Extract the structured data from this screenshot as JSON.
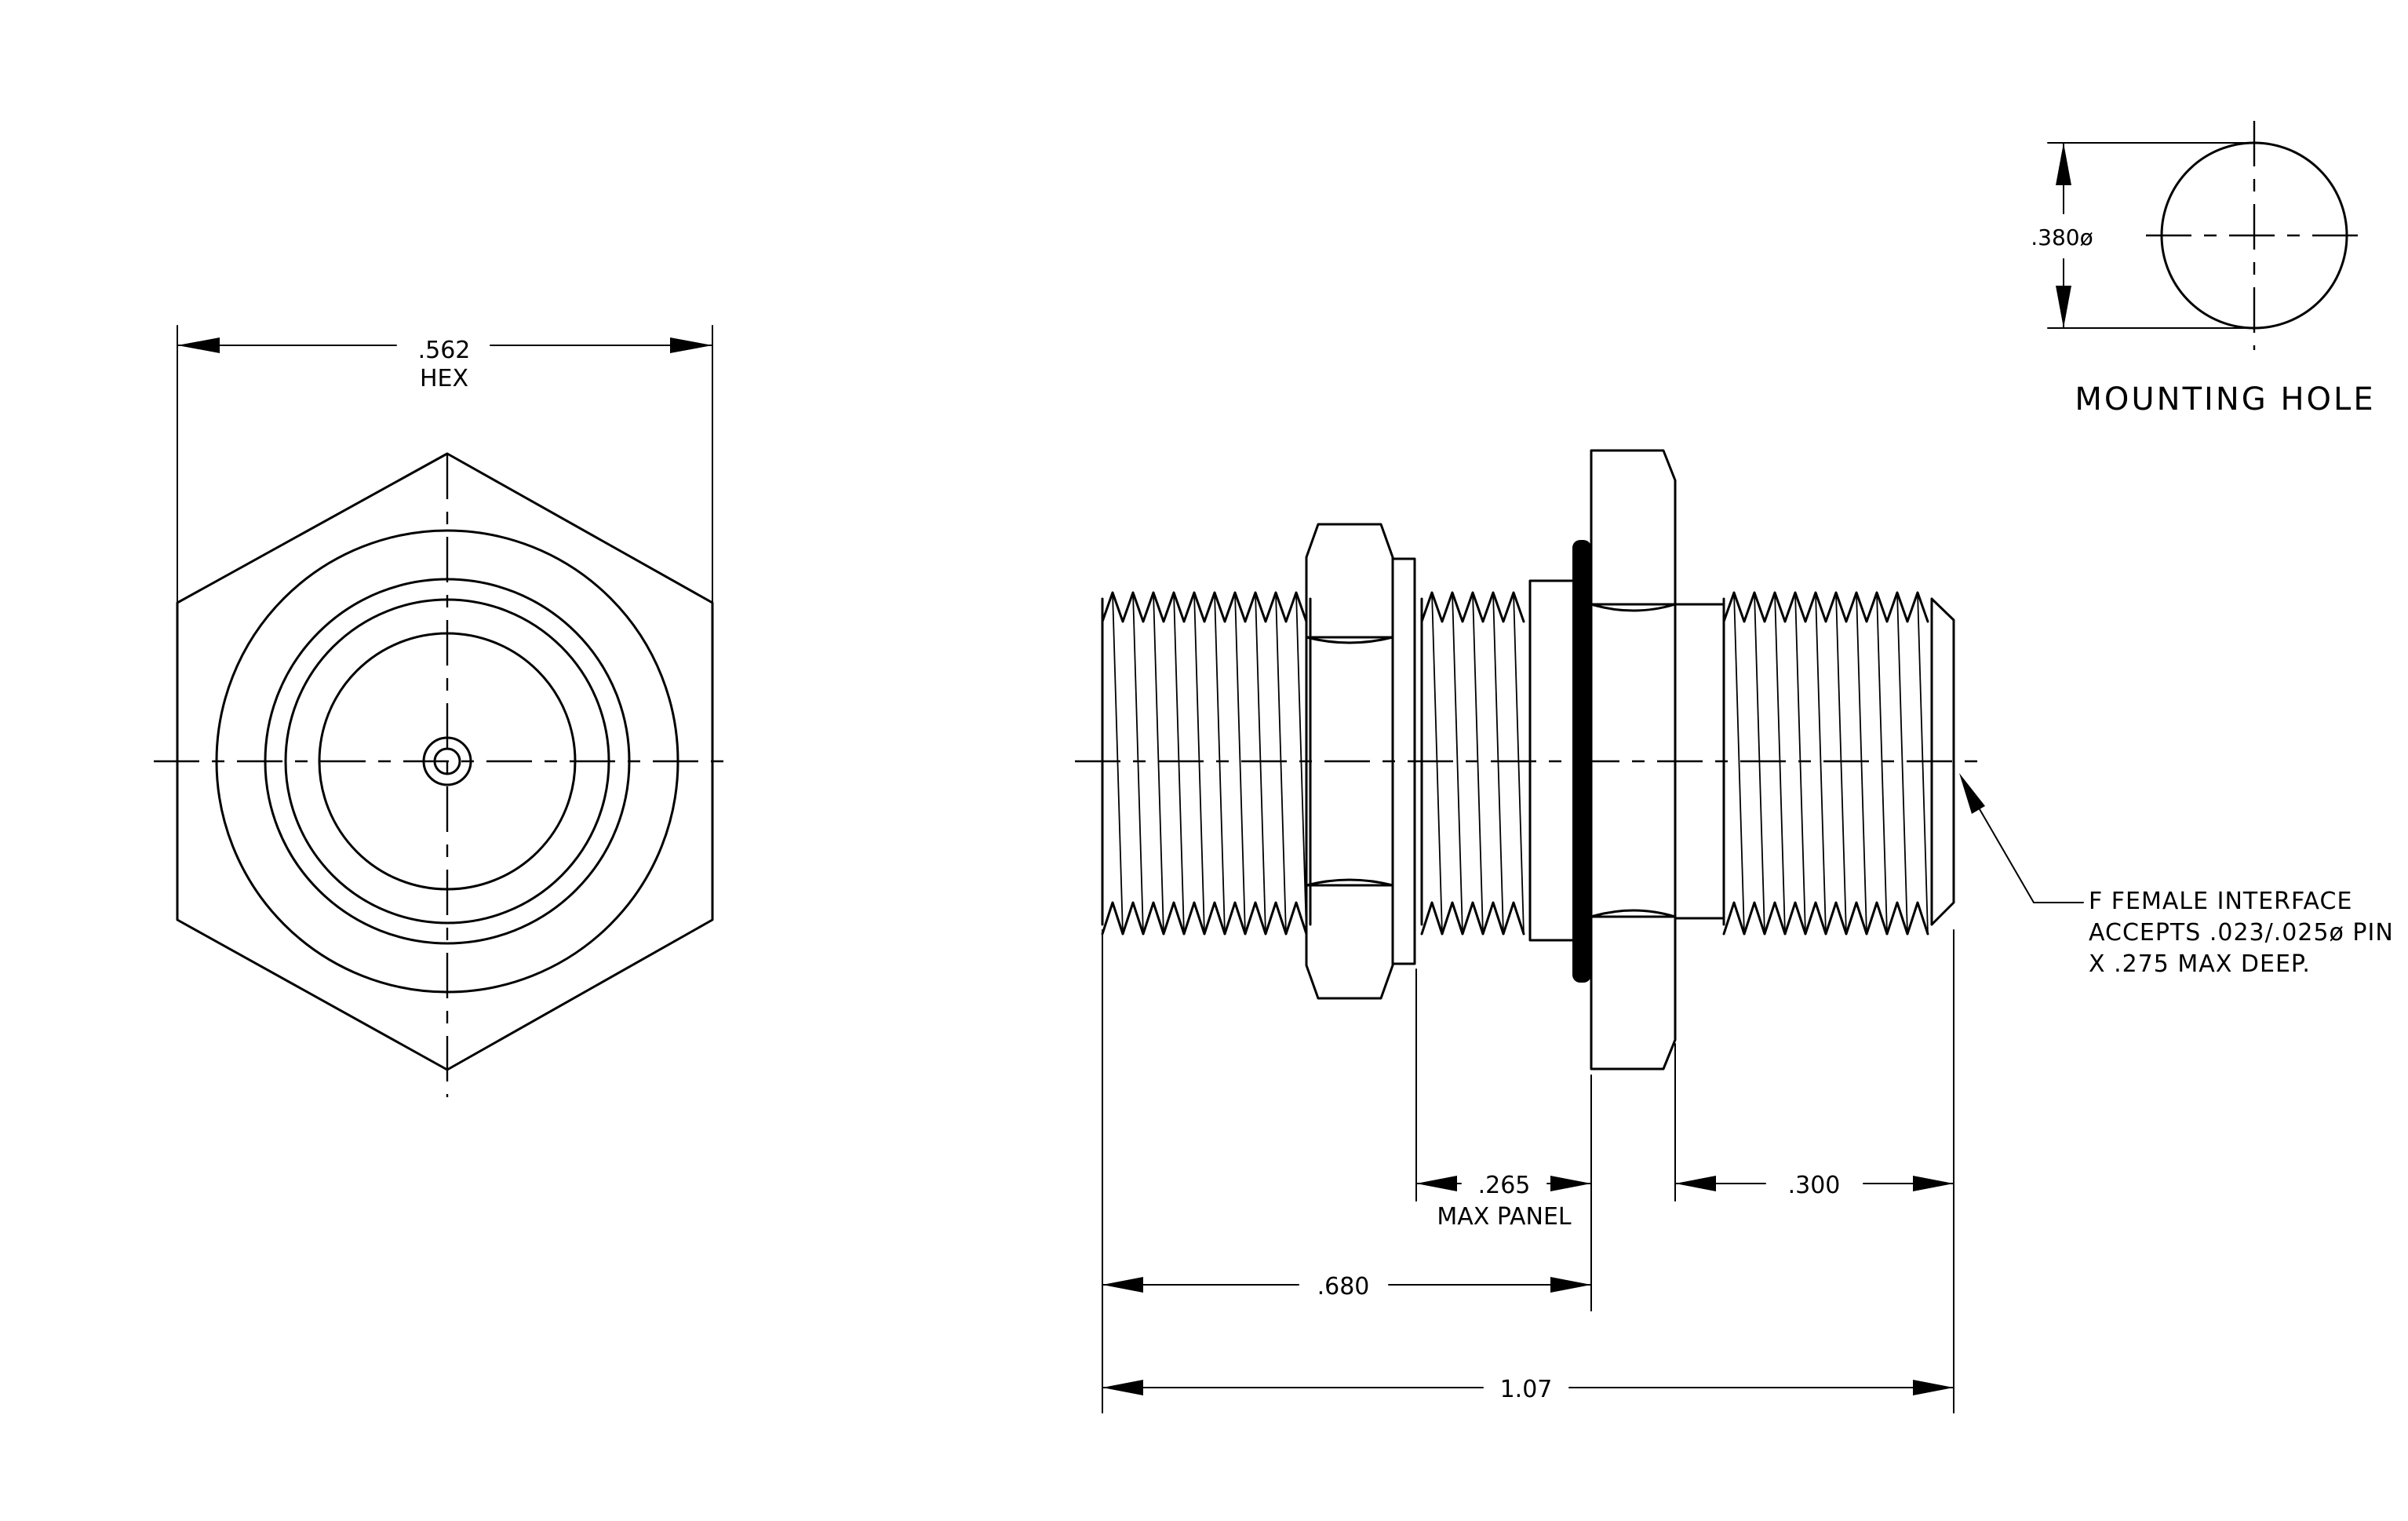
{
  "dimensions": {
    "hex": {
      "value": ".562",
      "note": "HEX"
    },
    "mounting_hole": {
      "diameter": ".380ø",
      "title": "MOUNTING HOLE"
    },
    "max_panel": {
      "value": ".265",
      "note": "MAX PANEL"
    },
    "rear_length": ".300",
    "front_length": ".680",
    "overall_length": "1.07"
  },
  "callout": {
    "lines": [
      "F FEMALE INTERFACE",
      "ACCEPTS .023/.025ø PIN",
      "X .275 MAX DEEP."
    ]
  }
}
